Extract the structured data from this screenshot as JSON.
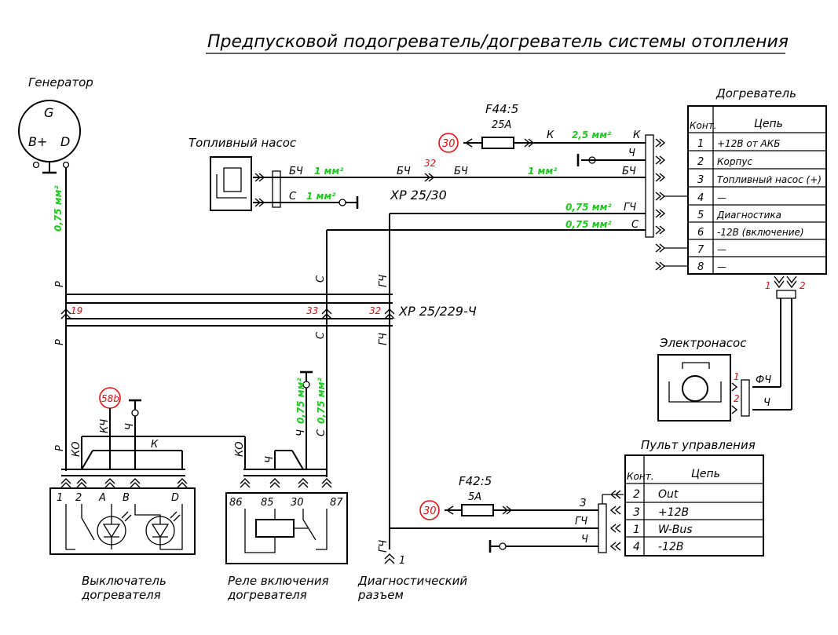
{
  "title": "Предпусковой подогреватель/догреватель системы отопления",
  "generator": {
    "label": "Генератор",
    "g": "G",
    "bplus": "B+",
    "d": "D",
    "wire_color": "Р",
    "wire_size": "0,75 мм²"
  },
  "fuel_pump": {
    "label": "Топливный насос",
    "wire_bch": "БЧ",
    "wire_s": "С",
    "size_bch": "1 мм²",
    "size_s": "1 мм²"
  },
  "connector_xp2530": {
    "label": "ХР 25/30",
    "pin": "32",
    "wire_left": "БЧ",
    "wire_right": "БЧ",
    "size": "1 мм²"
  },
  "fuse_f44": {
    "name": "F44:5",
    "rating": "25A",
    "terminal": "30",
    "wire": "К",
    "wire_right": "К",
    "size": "2,5 мм²"
  },
  "heater": {
    "label": "Догреватель",
    "col_pin": "Конт.",
    "col_circuit": "Цепь",
    "rows": [
      {
        "pin": "1",
        "circuit": "+12В от АКБ"
      },
      {
        "pin": "2",
        "circuit": "Корпус"
      },
      {
        "pin": "3",
        "circuit": "Топливный насос (+)"
      },
      {
        "pin": "4",
        "circuit": "—"
      },
      {
        "pin": "5",
        "circuit": "Диагностика"
      },
      {
        "pin": "6",
        "circuit": "-12В (включение)"
      },
      {
        "pin": "7",
        "circuit": "—"
      },
      {
        "pin": "8",
        "circuit": "—"
      }
    ],
    "wire_ch": "Ч",
    "wire_bch": "БЧ",
    "wire_gch": "ГЧ",
    "wire_s": "С",
    "size_gch": "0,75 мм²",
    "size_s": "0,75 мм²",
    "out1": "1",
    "out2": "2"
  },
  "connector_xp25229": {
    "label": "ХР 25/229-Ч",
    "pin19": "19",
    "pin33": "33",
    "pin32": "32",
    "wire_r": "Р",
    "wire_s": "С",
    "wire_gch": "ГЧ"
  },
  "electropump": {
    "label": "Электронасос",
    "pin1": "1",
    "pin2": "2",
    "wire_fch": "ФЧ",
    "wire_ch": "Ч"
  },
  "switch": {
    "label_line1": "Выключатель",
    "label_line2": "догревателя",
    "terminal": "58b",
    "pins": [
      "1",
      "2",
      "A",
      "B",
      "D"
    ],
    "wire_r": "Р",
    "wire_ko": "КО",
    "wire_kch": "КЧ",
    "wire_ch": "Ч",
    "wire_k": "К"
  },
  "relay": {
    "label_line1": "Реле включения",
    "label_line2": "догревателя",
    "pins": [
      "86",
      "85",
      "30",
      "87"
    ],
    "wire_ko": "КО",
    "wire_ch": "Ч",
    "wire_ch2": "Ч",
    "wire_s": "С",
    "size_ch": "0,75 мм²",
    "size_s": "0,75 мм²"
  },
  "diagnostic": {
    "label_line1": "Диагностический",
    "label_line2": "разъем",
    "wire": "ГЧ",
    "pin": "1"
  },
  "control_panel": {
    "label": "Пульт управления",
    "col_pin": "Конт.",
    "col_circuit": "Цепь",
    "rows": [
      {
        "pin": "2",
        "circuit": "Out"
      },
      {
        "pin": "3",
        "circuit": "+12В"
      },
      {
        "pin": "1",
        "circuit": "W-Bus"
      },
      {
        "pin": "4",
        "circuit": "-12В"
      }
    ],
    "wire_3": "З",
    "wire_gch": "ГЧ",
    "wire_ch": "Ч"
  },
  "fuse_f42": {
    "name": "F42:5",
    "rating": "5A",
    "terminal": "30"
  }
}
